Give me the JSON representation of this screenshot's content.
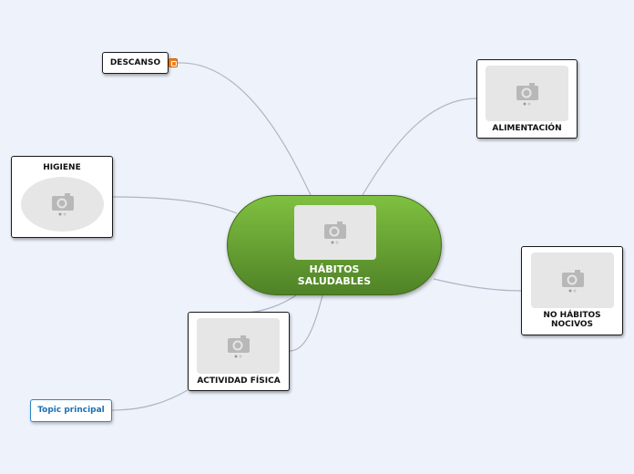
{
  "central": {
    "line1": "HÁBITOS",
    "line2": "SALUDABLES"
  },
  "nodes": {
    "descanso": "DESCANSO",
    "alimentacion": "ALIMENTACIÓN",
    "higiene": "HIGIENE",
    "no_habitos_line1": "NO HÁBITOS",
    "no_habitos_line2": "NOCIVOS",
    "actividad": "ACTIVIDAD FÍSICA",
    "topic": "Topic principal"
  },
  "icons": {
    "image_placeholder": "camera-icon",
    "note": "note-icon"
  },
  "colors": {
    "central_green": "#6aa535",
    "link_line": "#b0b4c4",
    "topic_blue": "#2f86c9",
    "note_orange": "#f0801a"
  }
}
